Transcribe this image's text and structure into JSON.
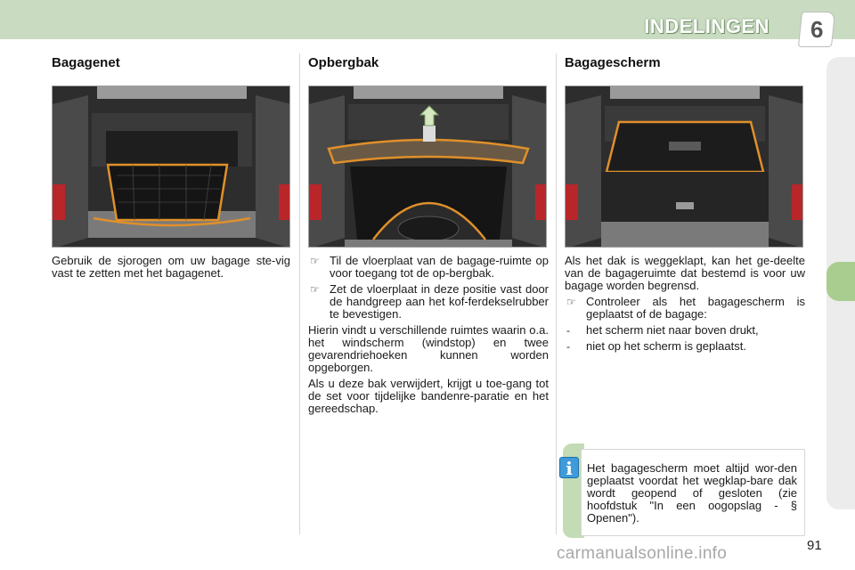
{
  "header": {
    "title": "INDELINGEN",
    "chapter_number": "6",
    "band_color": "#c9dcc1",
    "accent_color": "#a9cd8f"
  },
  "columns": [
    {
      "heading": "Bagagenet",
      "photo": "bagagenet-photo",
      "paragraphs": [
        "Gebruik de sjorogen om uw bagage ste-vig vast te zetten met het bagagenet."
      ]
    },
    {
      "heading": "Opbergbak",
      "photo": "opbergbak-photo",
      "bullets": [
        "Til de vloerplaat van de bagage-ruimte op voor toegang tot de op-bergbak.",
        "Zet de vloerplaat in deze positie vast door de handgreep aan het kof-ferdekselrubber te bevestigen."
      ],
      "paragraphs": [
        "Hierin vindt u verschillende ruimtes waarin o.a. het windscherm (windstop) en twee gevarendriehoeken kunnen worden opgeborgen.",
        "Als u deze bak verwijdert, krijgt u toe-gang tot de set voor tijdelijke bandenre-paratie en het gereedschap."
      ]
    },
    {
      "heading": "Bagagescherm",
      "photo": "bagagescherm-photo",
      "intro": "Als het dak is weggeklapt, kan het ge-deelte van de bagageruimte dat bestemd is voor uw bagage worden begrensd.",
      "bullet": "Controleer als het bagagescherm is geplaatst of de bagage:",
      "dash_items": [
        "het scherm niet naar boven drukt,",
        "niet op het scherm is geplaatst."
      ]
    }
  ],
  "bullet_symbol": "☞",
  "dash_symbol": "-",
  "info": {
    "icon_letter": "i",
    "text": "Het bagagescherm moet altijd wor-den geplaatst voordat het wegklap-bare dak wordt geopend of gesloten (zie hoofdstuk \"In een oogopslag - § Openen\")."
  },
  "page_number": "91",
  "watermark": "carmanualsonline.info"
}
